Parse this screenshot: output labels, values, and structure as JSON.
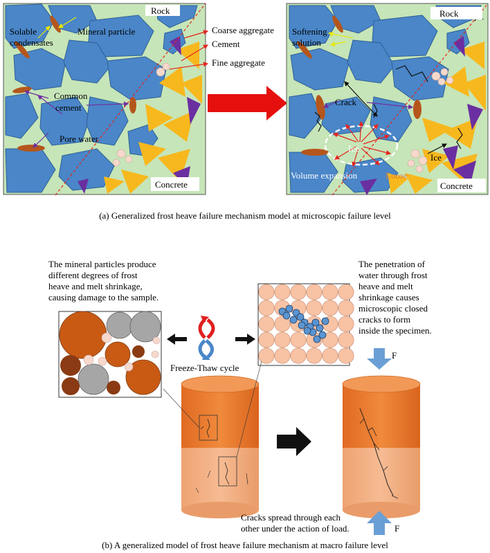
{
  "panel_a": {
    "left_labels": {
      "rock": "Rock",
      "concrete": "Concrete",
      "solable": [
        "Solable",
        "condensates"
      ],
      "mineral": "Mineral particle",
      "common": [
        "Common",
        "cement"
      ],
      "pore": "Pore water",
      "coarse": "Coarse aggregate",
      "cement": "Cement",
      "fine": "Fine aggregate"
    },
    "right_labels": {
      "rock": "Rock",
      "concrete": "Concrete",
      "softening": [
        "Softening",
        "solution"
      ],
      "crack": "Crack",
      "ice_a": "Ice",
      "ice_b": "Ice",
      "volume": "Volume expansion",
      "loose": "Loose"
    },
    "caption": "(a) Generalized frost heave failure mechanism model at microscopic failure level"
  },
  "panel_b": {
    "left_text": [
      "The mineral particles produce",
      "different degrees of frost",
      "heave and melt shrinkage,",
      "causing damage to the sample."
    ],
    "right_text": [
      "The penetration of",
      "water through frost",
      "heave and melt",
      "shrinkage causes",
      "microscopic closed",
      "cracks to form",
      "inside the specimen."
    ],
    "cycle_label": "Freeze-Thaw cycle",
    "bottom_text": [
      "Cracks spread through each",
      "other under the action of load."
    ],
    "force_top": "F",
    "force_bottom": "F",
    "caption": "(b) A generalized model of frost heave failure mechanism at macro failure level"
  },
  "colors": {
    "matrix": "#c6e5b8",
    "particle": "#4a86c8",
    "cement_brown": "#b5561c",
    "aggregate": "#f7b81e",
    "purple": "#6a2fa0",
    "fine": "#f7d8cc",
    "arrow_red": "#e5251e",
    "cyl_top": "#ef7f33",
    "cyl_bottom": "#f4b081",
    "circle_peach": "#f8c3a5",
    "circle_brown": "#c85a14",
    "circle_dark": "#8a3b13",
    "circle_gray": "#a6a6a6",
    "force_blue": "#6a9fd6"
  }
}
